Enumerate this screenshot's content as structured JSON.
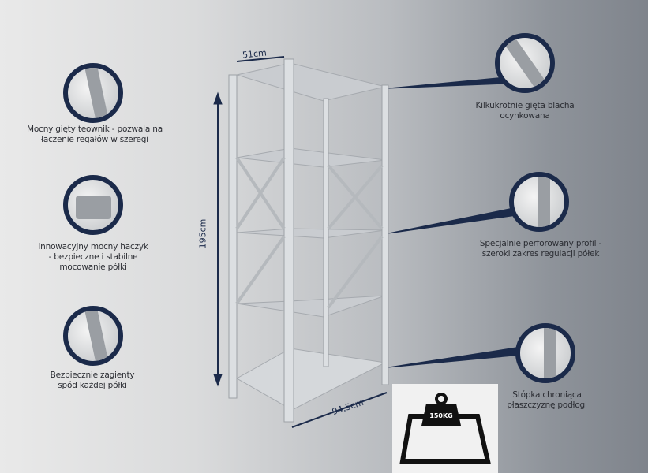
{
  "features_left": [
    {
      "text": "Mocny gięty teownik - pozwala na łączenie regałów w szeregi",
      "icon": "tee-profile-icon"
    },
    {
      "text": "Innowacyjny mocny haczyk - bezpieczne i stabilne mocowanie półki",
      "icon": "hook-icon"
    },
    {
      "text": "Bezpiecznie zagienty spód każdej półki",
      "icon": "shelf-edge-icon"
    }
  ],
  "features_right": [
    {
      "text": "Kilkukrotnie gięta blacha ocynkowana",
      "icon": "bent-sheet-icon"
    },
    {
      "text": "Specjalnie perforowany profil - szeroki zakres regulacji półek",
      "icon": "perforated-profile-icon"
    },
    {
      "text": "Stópka chroniąca płaszczyznę podłogi",
      "icon": "foot-icon"
    }
  ],
  "dimensions": {
    "depth": "51cm",
    "height": "195cm",
    "width": "94,5cm"
  },
  "load": {
    "label": "150KG"
  },
  "colors": {
    "accent": "#1b2a4a"
  }
}
